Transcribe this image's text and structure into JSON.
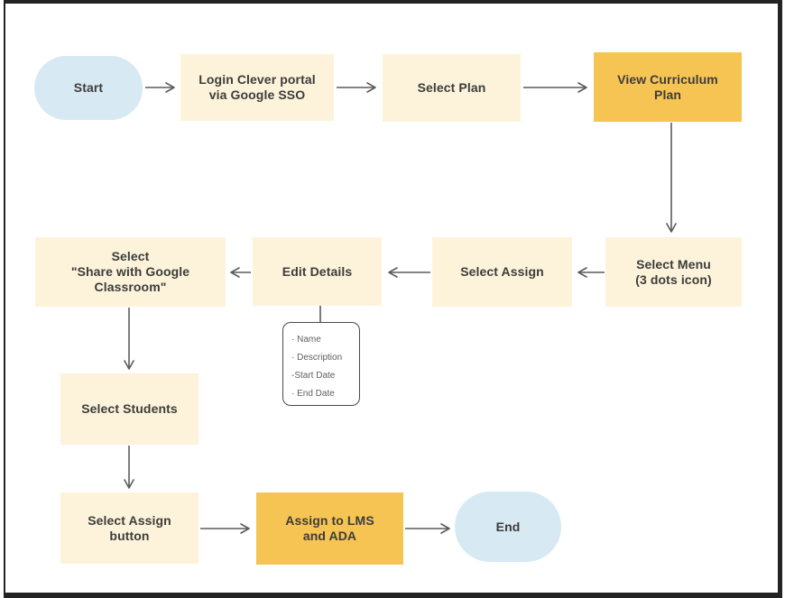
{
  "palette": {
    "terminal_fill": "#d7e9f2",
    "process_fill": "#fdf3da",
    "highlight_fill": "#f6c453",
    "text_color": "#3d3c3b",
    "arrow_color": "#5c5c5c",
    "note_text_color": "#5f5f5f",
    "frame_color": "#232323"
  },
  "nodes": {
    "start": {
      "label": "Start",
      "type": "terminal"
    },
    "login": {
      "label": "Login Clever portal\nvia Google SSO",
      "type": "process"
    },
    "select_plan": {
      "label": "Select Plan",
      "type": "process"
    },
    "view_curriculum": {
      "label": "View Curriculum\nPlan",
      "type": "highlight"
    },
    "select_menu": {
      "label": "Select Menu\n(3 dots icon)",
      "type": "process"
    },
    "select_assign": {
      "label": "Select Assign",
      "type": "process"
    },
    "edit_details": {
      "label": "Edit Details",
      "type": "process"
    },
    "select_share": {
      "label": "Select\n\"Share with Google\nClassroom\"",
      "type": "process"
    },
    "select_students": {
      "label": "Select Students",
      "type": "process"
    },
    "select_assign_button": {
      "label": "Select Assign\nbutton",
      "type": "process"
    },
    "assign_lms": {
      "label": "Assign to LMS\nand ADA",
      "type": "highlight"
    },
    "end": {
      "label": "End",
      "type": "terminal"
    }
  },
  "note": {
    "items": [
      "· Name",
      "· Description",
      "-Start Date",
      "· End Date"
    ]
  },
  "edges": [
    {
      "from": "start",
      "to": "login",
      "style": "arrow"
    },
    {
      "from": "login",
      "to": "select_plan",
      "style": "arrow"
    },
    {
      "from": "select_plan",
      "to": "view_curriculum",
      "style": "arrow"
    },
    {
      "from": "view_curriculum",
      "to": "select_menu",
      "style": "arrow"
    },
    {
      "from": "select_menu",
      "to": "select_assign",
      "style": "arrow"
    },
    {
      "from": "select_assign",
      "to": "edit_details",
      "style": "arrow"
    },
    {
      "from": "edit_details",
      "to": "select_share",
      "style": "arrow"
    },
    {
      "from": "edit_details",
      "to": "details_note",
      "style": "plain"
    },
    {
      "from": "select_share",
      "to": "select_students",
      "style": "arrow"
    },
    {
      "from": "select_students",
      "to": "select_assign_button",
      "style": "arrow"
    },
    {
      "from": "select_assign_button",
      "to": "assign_lms",
      "style": "arrow"
    },
    {
      "from": "assign_lms",
      "to": "end",
      "style": "arrow"
    }
  ]
}
